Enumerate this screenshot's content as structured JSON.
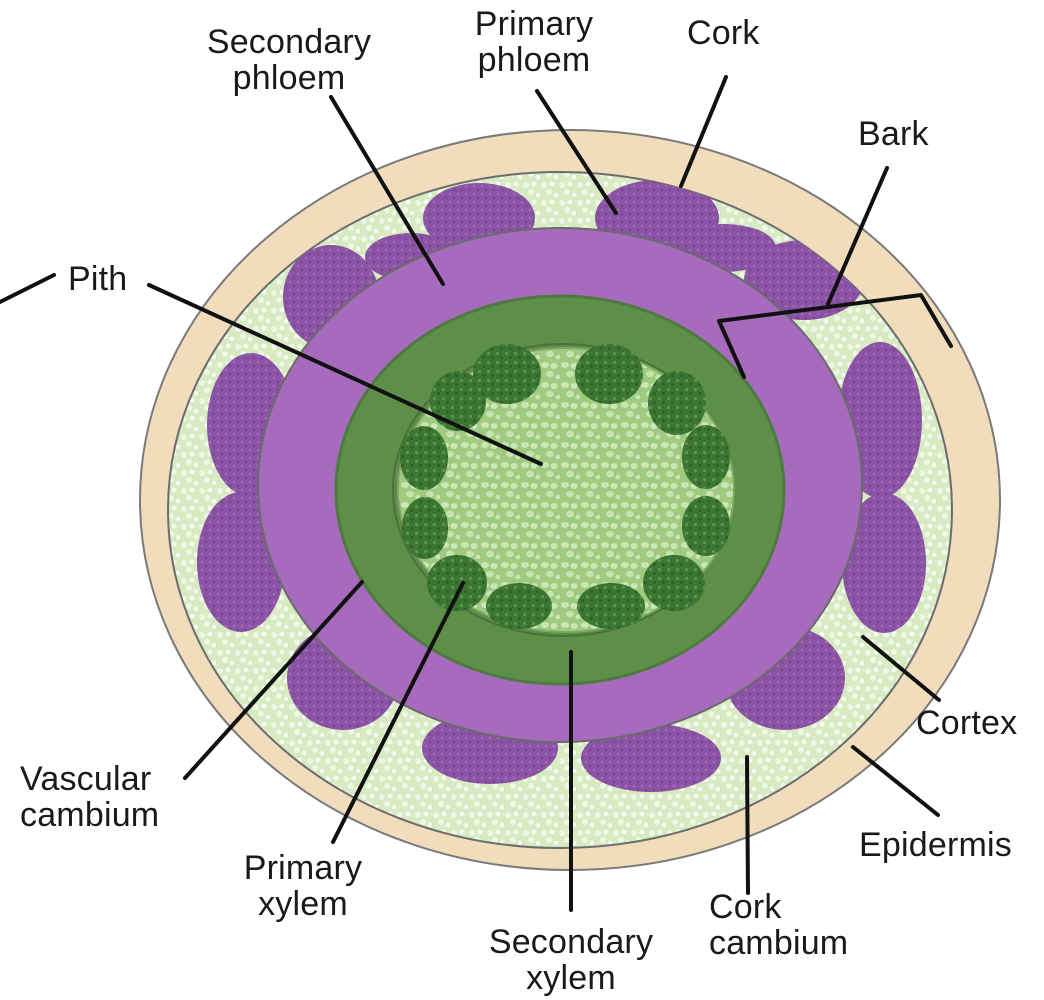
{
  "labels": {
    "secondary_phloem": "Secondary\nphloem",
    "primary_phloem": "Primary\nphloem",
    "cork": "Cork",
    "bark": "Bark",
    "pith": "Pith",
    "cortex": "Cortex",
    "epidermis": "Epidermis",
    "cork_cambium": "Cork\ncambium",
    "secondary_xylem": "Secondary\nxylem",
    "primary_xylem": "Primary\nxylem",
    "vascular_cambium": "Vascular\ncambium"
  },
  "colors": {
    "cork": "#f1dcbc",
    "cortex": "#d8ebc4",
    "primary_phloem": "#8d54a5",
    "secondary_phloem": "#a66bbd",
    "vascular_cambium": "#5d8f48",
    "secondary_xylem": "#63904f",
    "pith": "#a8d08a",
    "primary_xylem": "#3f7a35",
    "outline": "#6d6d6d",
    "leader_line": "#111111"
  }
}
